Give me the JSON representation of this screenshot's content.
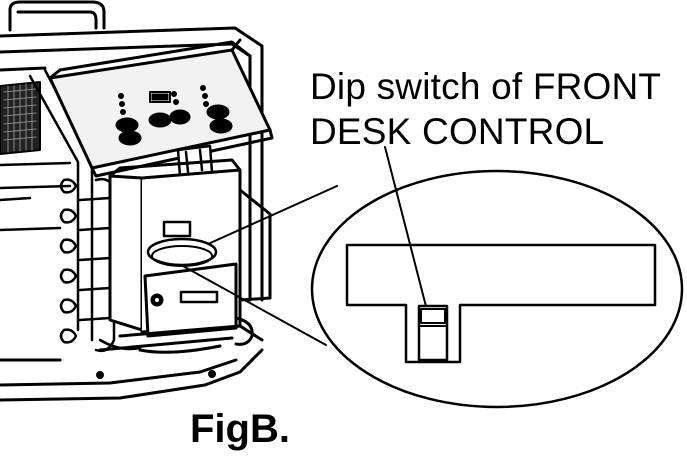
{
  "callout": {
    "line1": "Dip switch of FRONT",
    "line2": "DESK CONTROL"
  },
  "caption": "FigB.",
  "colors": {
    "ink": "#000000",
    "paper": "#ffffff",
    "panel_fill": "#f2f2f2"
  },
  "icons": [
    "dip-switch-icon",
    "unit-illustration"
  ]
}
